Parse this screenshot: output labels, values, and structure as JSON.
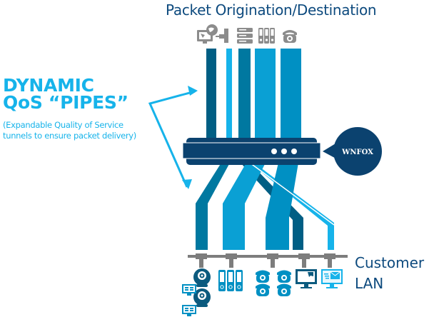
{
  "header": {
    "title": "Packet Origination/Destination"
  },
  "callout": {
    "heading_line1": "DYNAMIC",
    "heading_line2": "QoS “PIPES”",
    "description_line1": "(Expandable Quality of Service",
    "description_line2": "tunnels to ensure packet delivery)"
  },
  "router": {
    "indicator_lights": 3,
    "badge_label": "WNFOX"
  },
  "destination": {
    "label_line1": "Customer",
    "label_line2": "LAN"
  },
  "top_icons": [
    "computer-globe-icon",
    "network-plug-icon",
    "server-rack-icon",
    "file-binders-icon",
    "telephone-icon"
  ],
  "bottom_icons": [
    "webcam-icon",
    "webcam-icon",
    "monitor-small-icon",
    "monitor-small-icon",
    "file-binders-icon",
    "telephone-icon",
    "telephone-icon",
    "telephone-icon",
    "telephone-icon",
    "monitor-browser-icon",
    "monitor-email-icon"
  ],
  "colors": {
    "navy": "#0d4a7e",
    "router": "#0b426f",
    "pipe_dark": "#005e84",
    "pipe_light": "#16b3ea",
    "pipe_mid": "#0078a0",
    "pipe_blue1": "#0aa0d4",
    "pipe_blue2": "#0090c3",
    "gray_icon": "#8c8c8c",
    "accent_cyan": "#16b3ea"
  }
}
